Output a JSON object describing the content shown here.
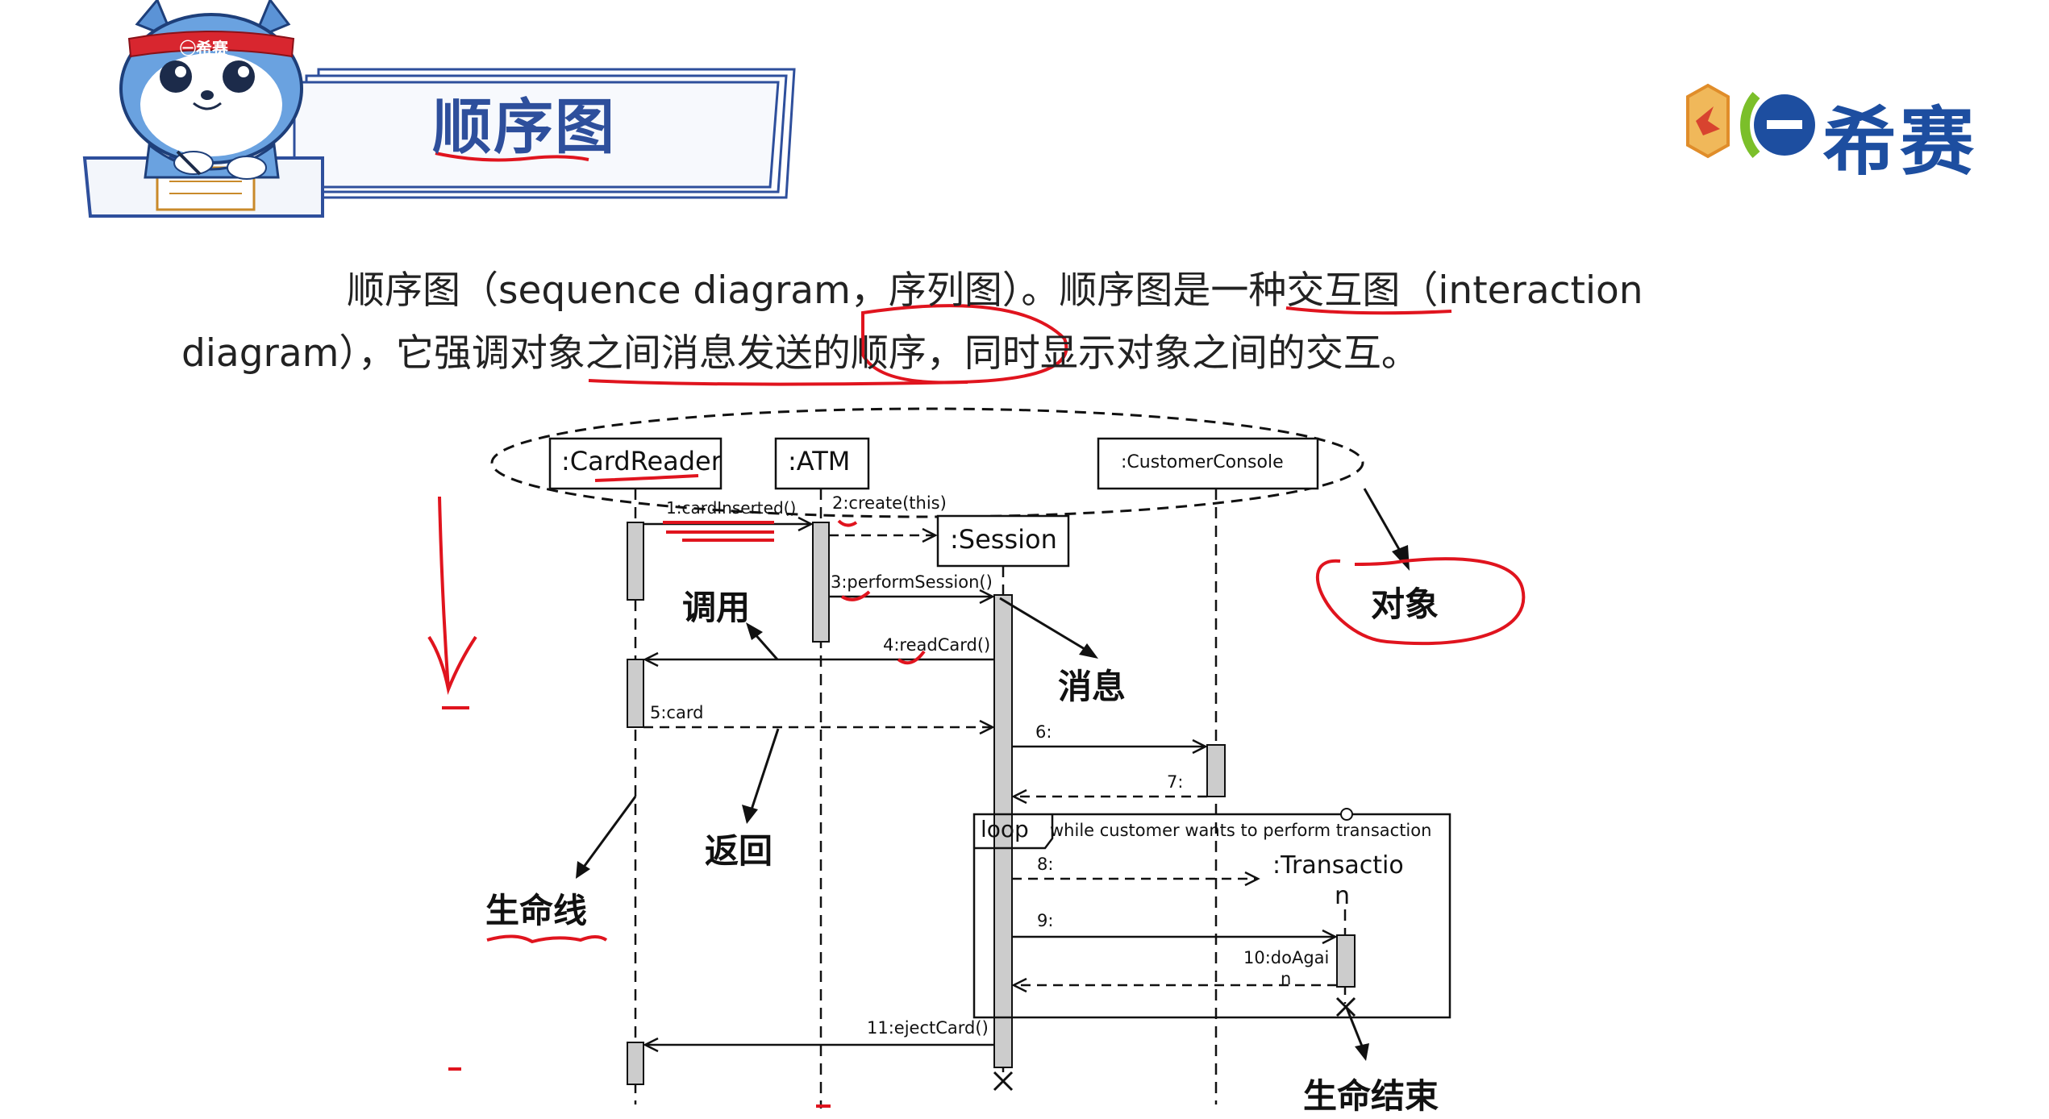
{
  "header": {
    "title": "顺序图",
    "mascot_headband": "㊀希赛",
    "brand_name": "希赛"
  },
  "intro": {
    "line1": "顺序图（sequence diagram，序列图）。顺序图是一种交互图（interaction",
    "line2": "diagram），它强调对象之间消息发送的顺序，同时显示对象之间的交互。"
  },
  "diagram": {
    "objects": [
      ":CardReader",
      ":ATM",
      ":Session",
      ":CustomerConsole",
      ":Transactio",
      "n"
    ],
    "messages": {
      "m1": "1:cardInserted()",
      "m2": "2:create(this)",
      "m3": "3:performSession()",
      "m4": "4:readCard()",
      "m5": "5:card",
      "m6": "6:",
      "m7": "7:",
      "m8": "8:",
      "m9": "9:",
      "m10a": "10:doAgai",
      "m10b": "n",
      "m11": "11:ejectCard()"
    },
    "loop_label": "loop",
    "loop_guard": "while customer wants to perform transaction"
  },
  "annotations": {
    "object": "对象",
    "call": "调用",
    "message": "消息",
    "return": "返回",
    "lifeline": "生命线",
    "end_of_life": "生命结束"
  },
  "colors": {
    "title_blue": "#2e4f9c",
    "brand_blue": "#1d4ea0",
    "brand_green": "#7bbf2a",
    "pen_red": "#e0141e",
    "activation_gray": "#cccccc"
  }
}
